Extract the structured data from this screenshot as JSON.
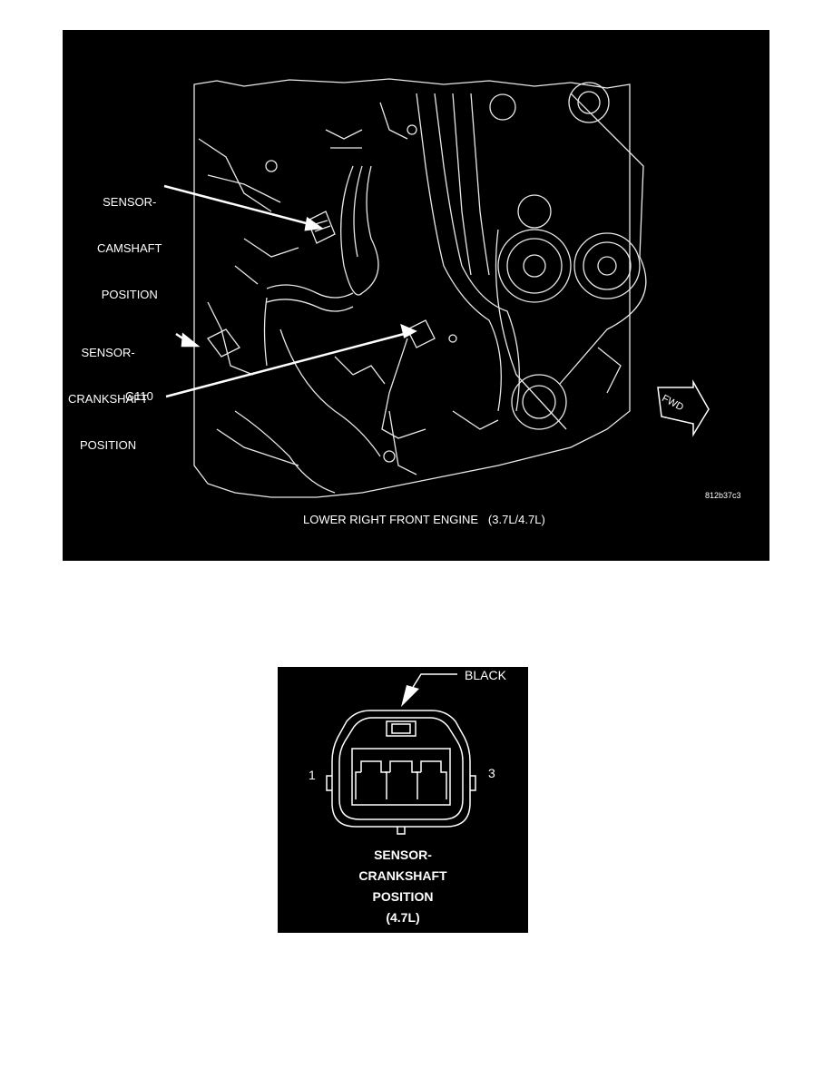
{
  "figure1": {
    "labels": {
      "camshaft_line1": "SENSOR-",
      "camshaft_line2": "CAMSHAFT",
      "camshaft_line3": "POSITION",
      "crankshaft_line1": "SENSOR-",
      "crankshaft_line2": "CRANKSHAFT",
      "crankshaft_line3": "POSITION",
      "ground": "G110",
      "fwd": "FWD",
      "code": "812b37c3"
    },
    "caption": "LOWER RIGHT FRONT ENGINE   (3.7L/4.7L)"
  },
  "figure2": {
    "color_label": "BLACK",
    "pin_left": "1",
    "pin_right": "3",
    "caption_line1": "SENSOR-",
    "caption_line2": "CRANKSHAFT",
    "caption_line3": "POSITION",
    "caption_line4": "(4.7L)"
  }
}
